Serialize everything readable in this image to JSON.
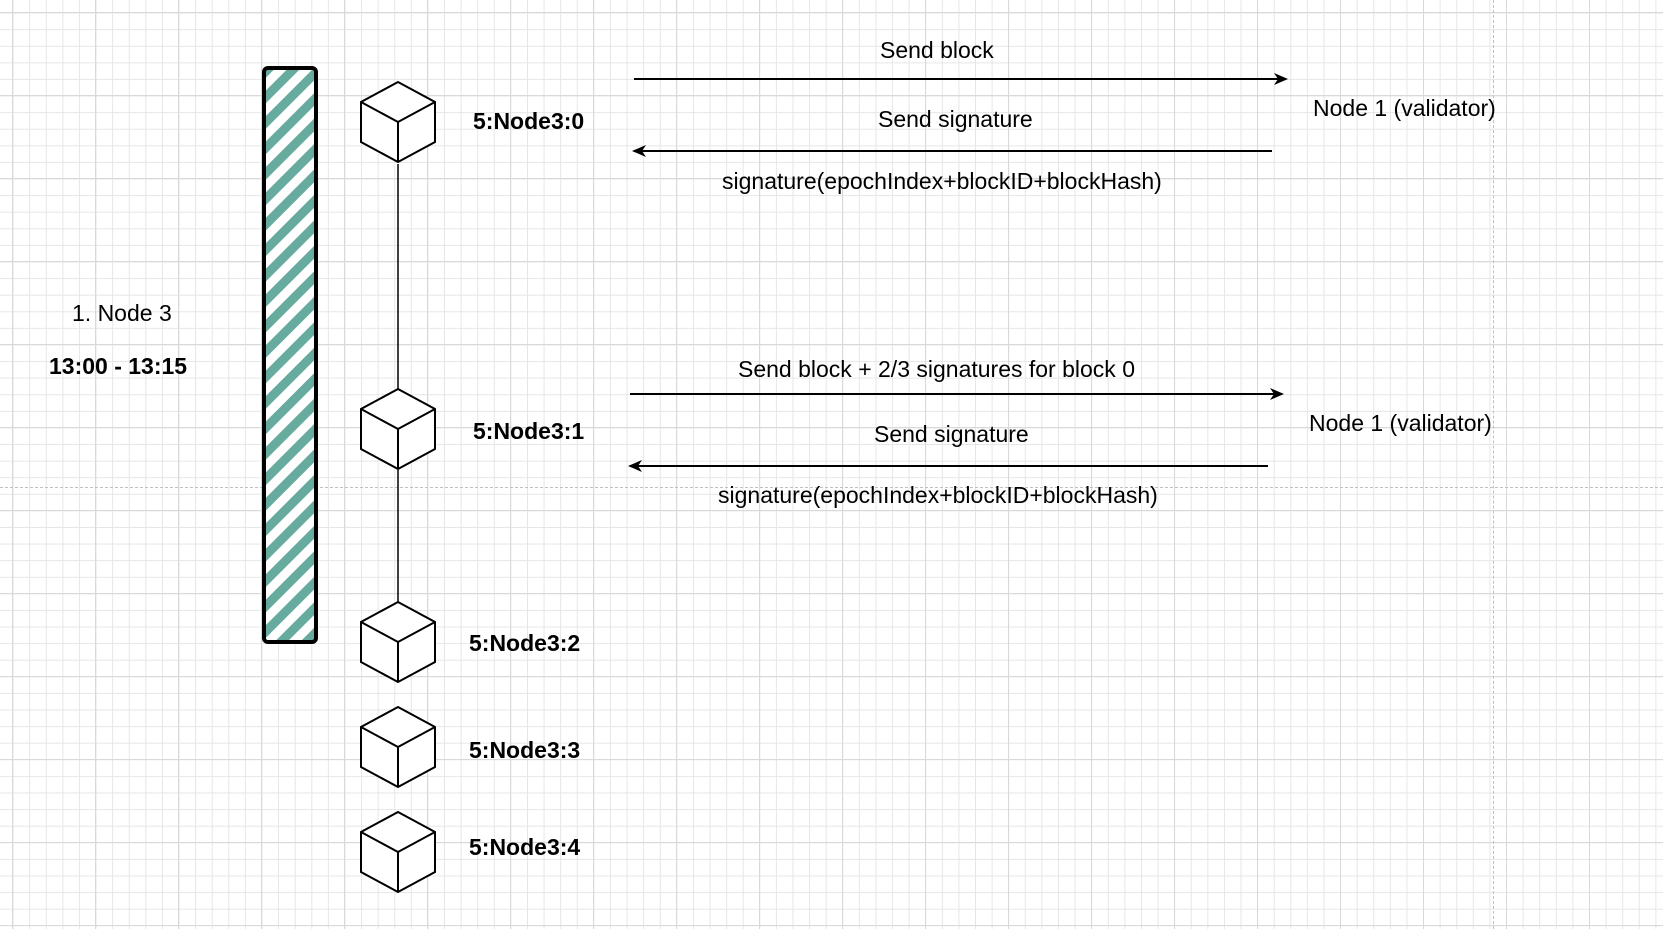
{
  "node_title": "1. Node 3",
  "time_range": "13:00 - 13:15",
  "blocks": [
    {
      "label": "5:Node3:0"
    },
    {
      "label": "5:Node3:1"
    },
    {
      "label": "5:Node3:2"
    },
    {
      "label": "5:Node3:3"
    },
    {
      "label": "5:Node3:4"
    }
  ],
  "exchanges": [
    {
      "send_label": "Send block",
      "reply_label": "Send signature",
      "signature_label": "signature(epochIndex+blockID+blockHash)",
      "target_label": "Node 1 (validator)"
    },
    {
      "send_label": "Send block + 2/3 signatures for block 0",
      "reply_label": "Send signature",
      "signature_label": "signature(epochIndex+blockID+blockHash)",
      "target_label": "Node 1 (validator)"
    }
  ],
  "colors": {
    "hatch_fill": "#67AB9F",
    "stroke": "#000000",
    "grid": "#e6e6e6"
  }
}
